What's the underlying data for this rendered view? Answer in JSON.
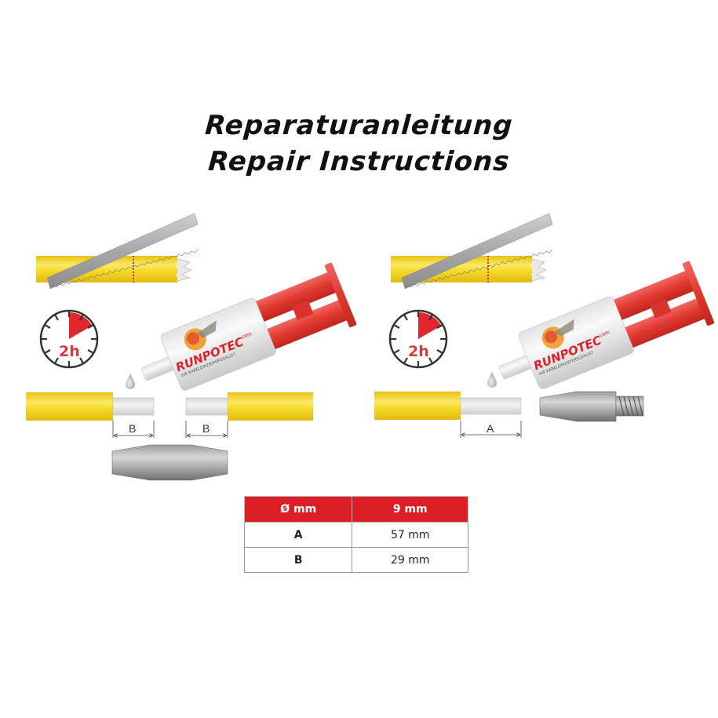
{
  "header": {
    "title_de": "Reparaturanleitung",
    "title_en": "Repair Instructions"
  },
  "left_panel": {
    "clock_label": "2h",
    "brand_name": "RUNPOTEC",
    "brand_suffix": ".com",
    "brand_tagline": "IHR KABELEINZIEHSPEZIALIST",
    "dim_labels": [
      "B",
      "B"
    ]
  },
  "right_panel": {
    "clock_label": "2h",
    "brand_name": "RUNPOTEC",
    "brand_suffix": ".com",
    "brand_tagline": "IHR KABELEINZIEHSPEZIALIST",
    "dim_label": "A"
  },
  "spec_table": {
    "headers": [
      "Ø mm",
      "9 mm"
    ],
    "rows": [
      {
        "label": "A",
        "value": "57 mm"
      },
      {
        "label": "B",
        "value": "29 mm"
      }
    ]
  },
  "colors": {
    "rod_yellow": "#f2d21e",
    "syringe_red": "#e03a36",
    "table_header_red": "#dc1f26",
    "metal_grey": "#8a8a8a"
  }
}
